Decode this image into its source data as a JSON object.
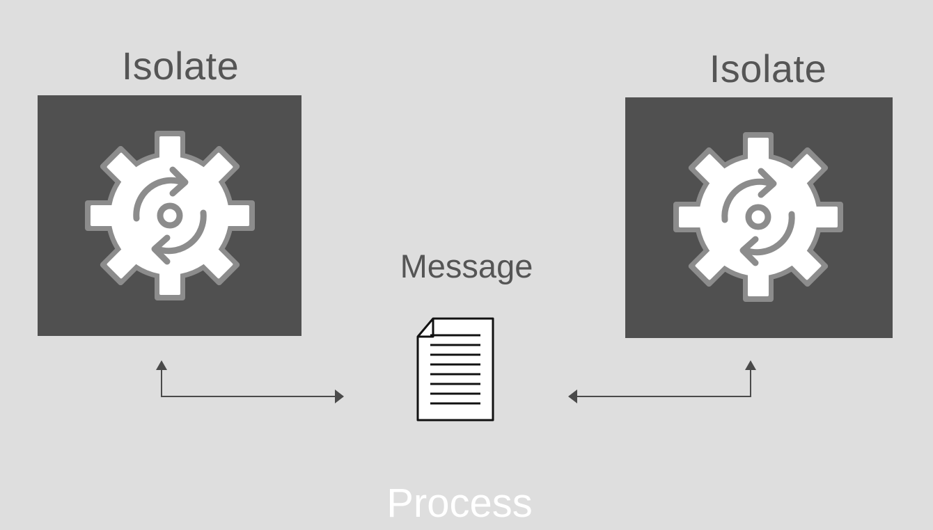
{
  "isolates": [
    {
      "label": "Isolate",
      "icon": "gear-sync-icon"
    },
    {
      "label": "Isolate",
      "icon": "gear-sync-icon"
    }
  ],
  "message": {
    "label": "Message",
    "icon": "document-icon"
  },
  "container": {
    "label": "Process"
  },
  "colors": {
    "background": "#dedede",
    "isolate_box": "#505050",
    "label_text": "#555555",
    "process_text": "#ffffff",
    "gear_fill": "#ffffff",
    "gear_outline": "#8c8c8c",
    "arrow": "#4a4a4a"
  }
}
